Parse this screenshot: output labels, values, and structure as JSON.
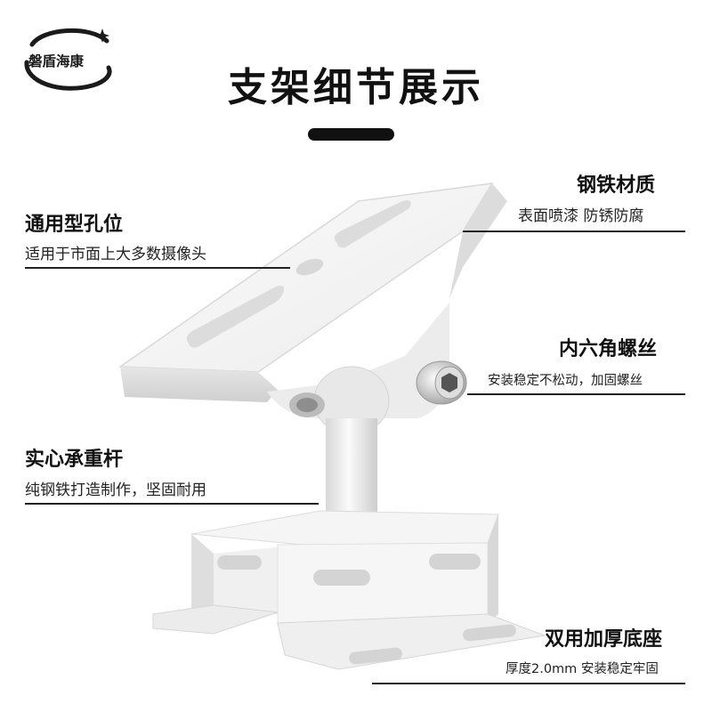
{
  "logo": {
    "text": "磐盾海康"
  },
  "title": "支架细节展示",
  "callouts": {
    "hole": {
      "title": "通用型孔位",
      "desc": "适用于市面上大多数摄像头"
    },
    "steel": {
      "title": "钢铁材质",
      "desc": "表面喷漆 防锈防腐"
    },
    "screw": {
      "title": "内六角螺丝",
      "desc": "安装稳定不松动，加固螺丝"
    },
    "rod": {
      "title": "实心承重杆",
      "desc": "纯钢铁打造制作，坚固耐用"
    },
    "base": {
      "title": "双用加厚底座",
      "desc": "厚度2.0mm 安装稳定牢固"
    }
  },
  "colors": {
    "accent": "#111111",
    "bracket": "#f2f2f2",
    "shadow": "#d4d4d4"
  }
}
